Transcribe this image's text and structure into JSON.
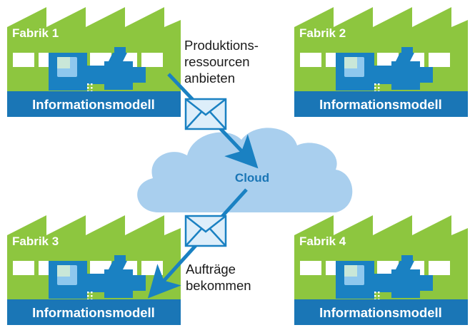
{
  "factories": [
    {
      "label": "Fabrik 1",
      "model_label": "Informationsmodell"
    },
    {
      "label": "Fabrik 2",
      "model_label": "Informationsmodell"
    },
    {
      "label": "Fabrik 3",
      "model_label": "Informationsmodell"
    },
    {
      "label": "Fabrik 4",
      "model_label": "Informationsmodell"
    }
  ],
  "cloud": {
    "label": "Cloud"
  },
  "annotations": {
    "offer": [
      "Produktions-",
      "ressourcen",
      "anbieten"
    ],
    "receive": [
      "Aufträge",
      "bekommen"
    ]
  },
  "colors": {
    "factory_green": "#8dc63f",
    "machine_blue": "#1a81c2",
    "model_bar_blue": "#1a76b6",
    "cloud_fill": "#a9cfee",
    "cloud_text": "#1a76b6",
    "arrow_blue": "#1a81c2",
    "envelope_fill": "#ddeefa",
    "envelope_stroke": "#1a81c2"
  },
  "icons": {
    "factory": "factory-icon",
    "machine": "injection-molding-machine-icon",
    "envelope": "envelope-icon",
    "cloud": "cloud-icon"
  }
}
